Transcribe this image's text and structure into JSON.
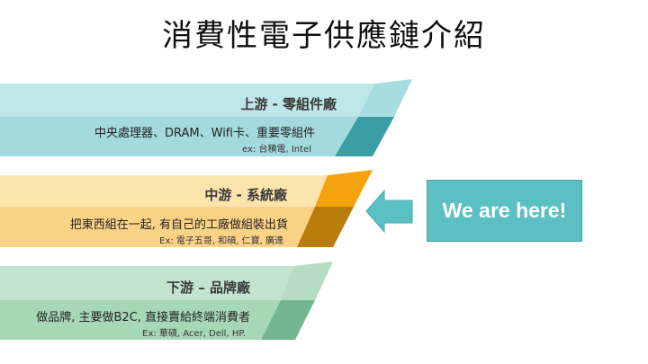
{
  "title": "消費性電子供應鏈介紹",
  "tiers": [
    {
      "heading": "上游 - 零組件廠",
      "description": "中央處理器、DRAM、Wifi卡、重要零組件",
      "example": "ex: 台積電, Intel",
      "colors": {
        "top": "#bfe6e8",
        "bottom": "#a3dadd",
        "tab_top": "#a6dde0",
        "tab_bottom": "#3a9ea4"
      }
    },
    {
      "heading": "中游 - 系統廠",
      "description": "把東西組在一起, 有自己的工廠做組裝出貨",
      "example": "Ex: 電子五哥, 和碩, 仁寶, 廣達",
      "colors": {
        "top": "#fde3ac",
        "bottom": "#fbd385",
        "tab_top": "#f4a20e",
        "tab_bottom": "#b87d0b"
      }
    },
    {
      "heading": "下游 – 品牌廠",
      "description": "做品牌, 主要做B2C, 直接賣給終端消費者",
      "example": "Ex: 華碩, Acer, Dell, HP.",
      "colors": {
        "top": "#c2e3cd",
        "bottom": "#a7d8b6",
        "tab_top": "#b6dcc2",
        "tab_bottom": "#72b58e"
      }
    }
  ],
  "callout": {
    "label": "We are here!",
    "color": "#5bc0c4",
    "arrow_icon": "left-arrow-icon"
  }
}
